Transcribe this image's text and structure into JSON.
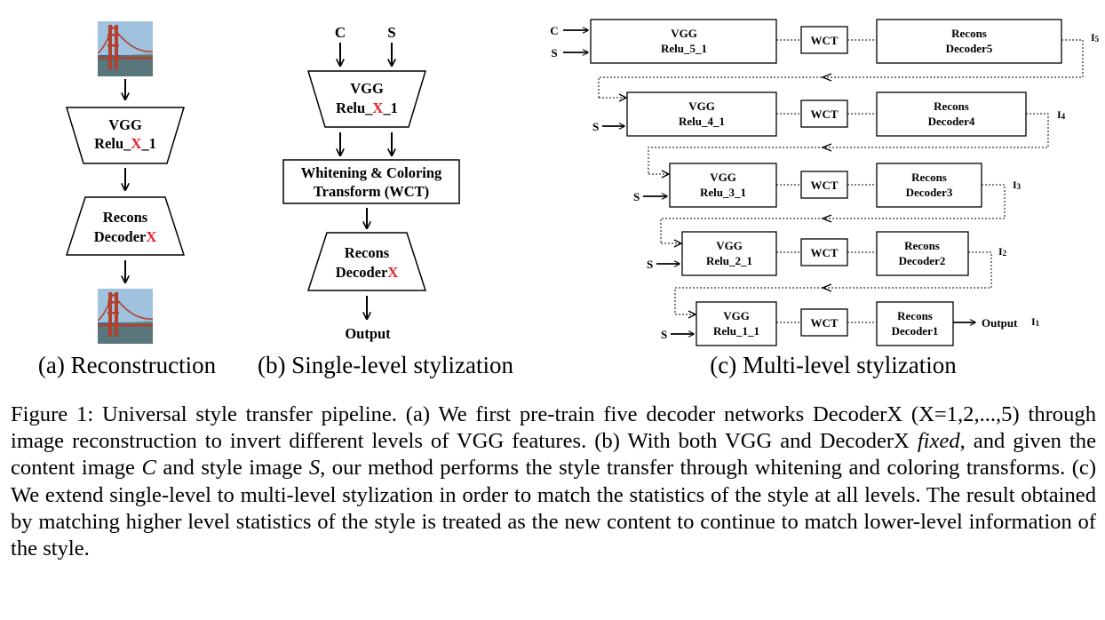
{
  "recon": {
    "encoder": {
      "line1": "VGG",
      "line2_pre": "Relu_",
      "line2_x": "X",
      "line2_post": "_1"
    },
    "decoder": {
      "line1": "Recons",
      "line2_pre": "Decoder",
      "line2_x": "X"
    },
    "caption": "(a) Reconstruction"
  },
  "single": {
    "input_c": "C",
    "input_s": "S",
    "encoder": {
      "line1": "VGG",
      "line2_pre": "Relu_",
      "line2_x": "X",
      "line2_post": "_1"
    },
    "wct": {
      "line1": "Whitening & Coloring",
      "line2": "Transform (WCT)"
    },
    "decoder": {
      "line1": "Recons",
      "line2_pre": "Decoder",
      "line2_x": "X"
    },
    "output": "Output",
    "caption": "(b) Single-level stylization"
  },
  "multi": {
    "input_c": "C",
    "input_s": "S",
    "rows": [
      {
        "vgg": "VGG",
        "relu": "Relu_5_1",
        "wct": "WCT",
        "recons": "Recons",
        "decoder": "Decoder5",
        "out": "I",
        "out_sub": "5"
      },
      {
        "vgg": "VGG",
        "relu": "Relu_4_1",
        "wct": "WCT",
        "recons": "Recons",
        "decoder": "Decoder4",
        "out": "I",
        "out_sub": "4"
      },
      {
        "vgg": "VGG",
        "relu": "Relu_3_1",
        "wct": "WCT",
        "recons": "Recons",
        "decoder": "Decoder3",
        "out": "I",
        "out_sub": "3"
      },
      {
        "vgg": "VGG",
        "relu": "Relu_2_1",
        "wct": "WCT",
        "recons": "Recons",
        "decoder": "Decoder2",
        "out": "I",
        "out_sub": "2"
      },
      {
        "vgg": "VGG",
        "relu": "Relu_1_1",
        "wct": "WCT",
        "recons": "Recons",
        "decoder": "Decoder1",
        "out": "I",
        "out_sub": "1"
      }
    ],
    "output": "Output",
    "caption": "(c) Multi-level stylization"
  },
  "figure_caption": {
    "p1": "Figure 1: Universal style transfer pipeline. (a) We first pre-train five decoder networks DecoderX (X=1,2,...,5) through image reconstruction to invert different levels of VGG features. (b) With both VGG and DecoderX ",
    "fixed": "fixed",
    "p2": ", and given the content image ",
    "c": "C",
    "p3": " and style image ",
    "s": "S",
    "p4": ", our method performs the style transfer through whitening and coloring transforms. (c) We extend single-level to multi-level stylization in order to match the statistics of the style at all levels. The result obtained by matching higher level statistics of the style is treated as the new content to continue to match lower-level information of the style."
  },
  "colors": {
    "highlight": "#e8202a",
    "sky": "#9fc3de",
    "bridge": "#b2402c",
    "water": "#3f6c93"
  }
}
